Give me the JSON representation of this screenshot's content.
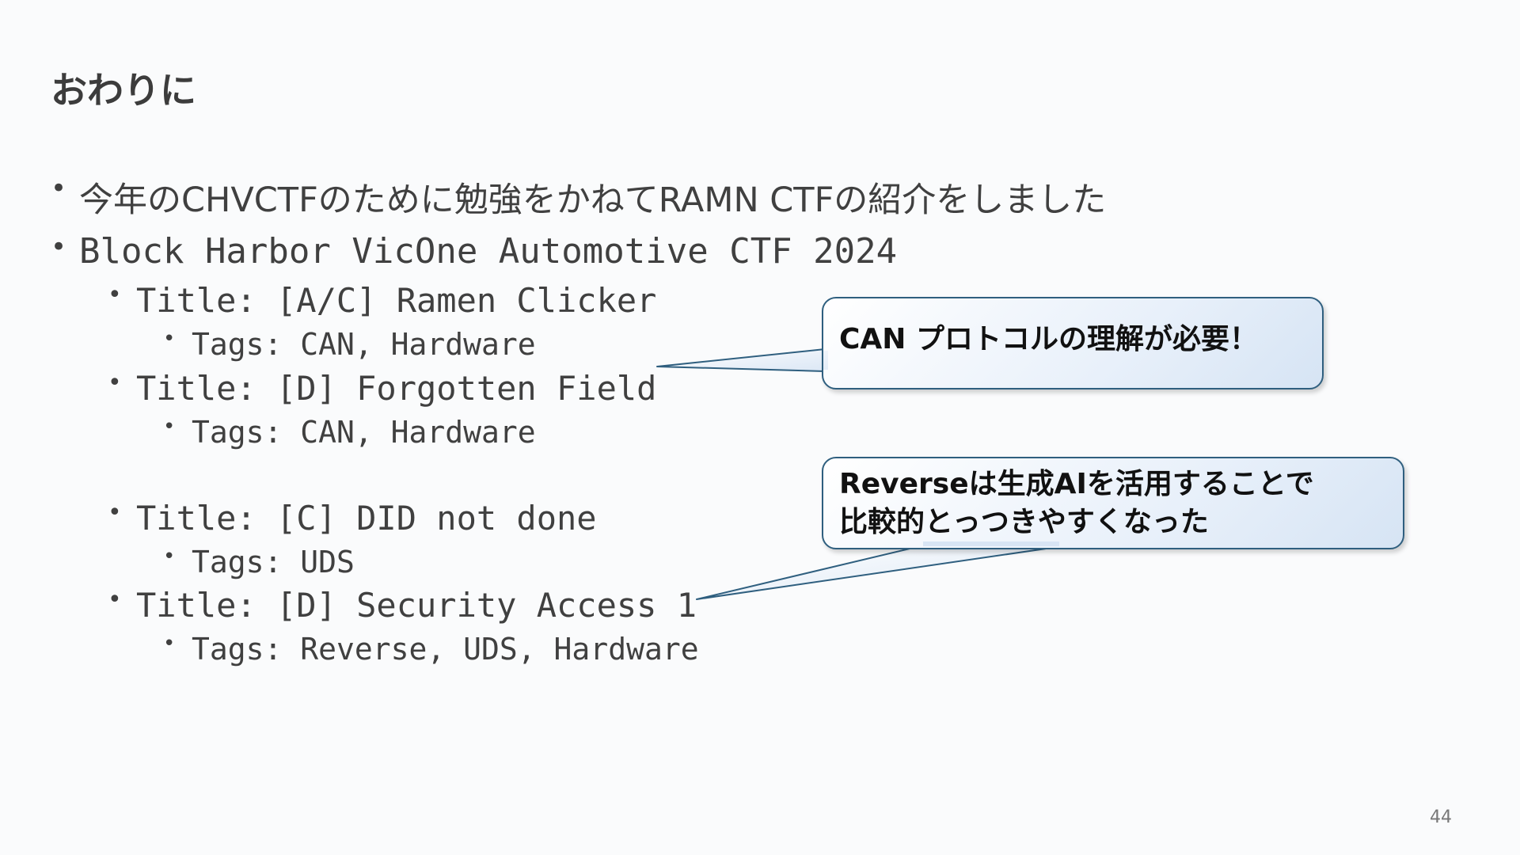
{
  "slide": {
    "title": "おわりに",
    "bullets": [
      {
        "text": "今年のCHVCTFのために勉強をかねてRAMN CTFの紹介をしました"
      },
      {
        "text": "Block Harbor VicOne Automotive CTF 2024"
      },
      {
        "text": "Title: [A/C] Ramen Clicker"
      },
      {
        "text": "Tags: CAN, Hardware"
      },
      {
        "text": "Title: [D] Forgotten Field"
      },
      {
        "text": "Tags: CAN, Hardware"
      },
      {
        "text": "Title: [C] DID not done"
      },
      {
        "text": "Tags: UDS"
      },
      {
        "text": "Title: [D] Security Access 1"
      },
      {
        "text": "Tags: Reverse, UDS, Hardware"
      }
    ],
    "bullet_glyph": "•",
    "callouts": [
      {
        "text": "CAN プロトコルの理解が必要！"
      },
      {
        "text": "Reverseは生成AIを活用することで\n比較的とっつきやすくなった"
      }
    ],
    "page_number": "44"
  },
  "colors": {
    "background": "#fafbfc",
    "text": "#404040",
    "callout_border": "#2f5f7f",
    "callout_fill": "#e8f0fa"
  }
}
